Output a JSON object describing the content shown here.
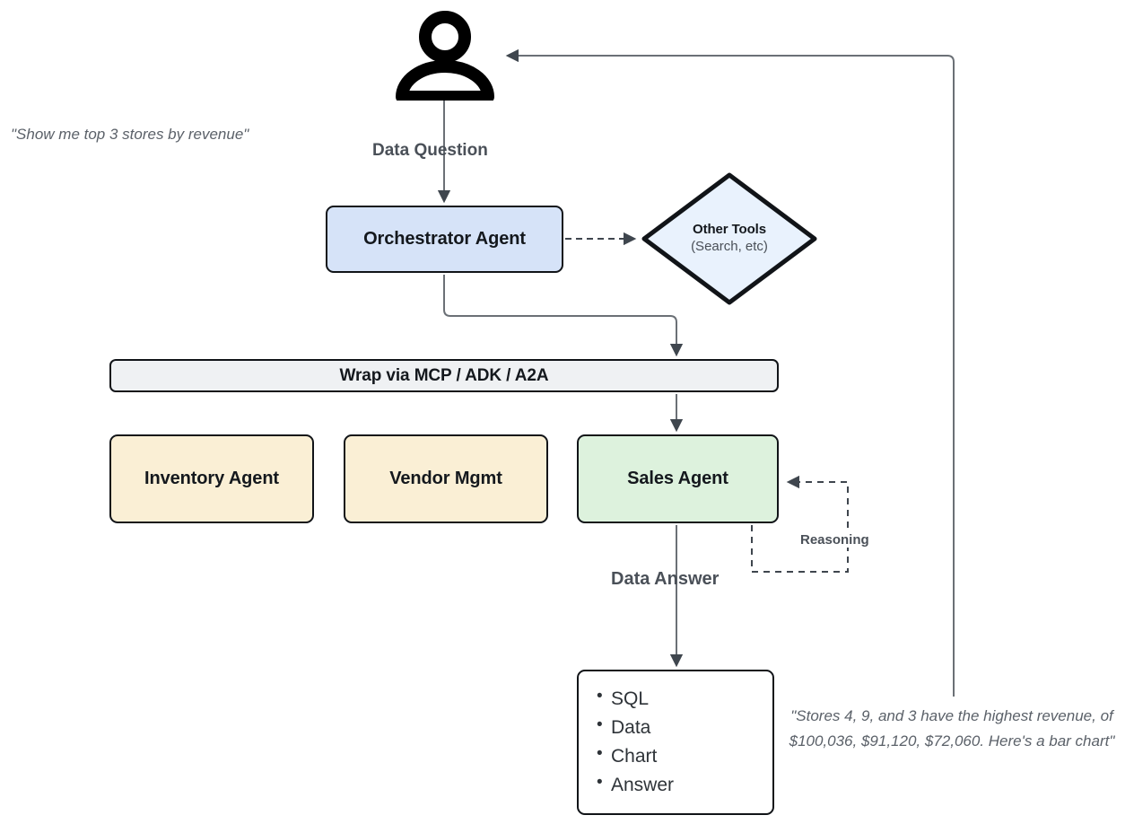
{
  "diagram": {
    "title": "Multi-Agent Data Analytics Architecture",
    "background": "#ffffff"
  },
  "actor": {
    "name": "user-actor",
    "icon": "person-icon"
  },
  "annotations": {
    "question": "\"Show me top 3 stores by revenue\"",
    "answer": "\"Stores 4, 9, and 3 have the highest revenue, of $100,036, $91,120, $72,060. Here's a bar chart\""
  },
  "edges": {
    "data_question": "Data Question",
    "data_answer": "Data Answer",
    "reasoning": "Reasoning"
  },
  "nodes": {
    "orchestrator": {
      "label": "Orchestrator Agent",
      "fill": "#d6e3f8",
      "stroke": "#111418"
    },
    "other_tools": {
      "label": "Other Tools",
      "sublabel": "(Search, etc)",
      "fill": "#e9f2fd",
      "stroke": "#111418"
    },
    "wrap_bar": {
      "label": "Wrap via MCP / ADK / A2A",
      "fill": "#eff1f3",
      "stroke": "#111418"
    },
    "inventory": {
      "label": "Inventory Agent",
      "fill": "#faefd5",
      "stroke": "#111418"
    },
    "vendor": {
      "label": "Vendor Mgmt",
      "fill": "#faefd5",
      "stroke": "#111418"
    },
    "sales": {
      "label": "Sales Agent",
      "fill": "#ddf2dd",
      "stroke": "#111418"
    },
    "output": {
      "fill": "#ffffff",
      "stroke": "#111418",
      "items": [
        "SQL",
        "Data",
        "Chart",
        "Answer"
      ]
    }
  },
  "colors": {
    "connector": "#6b7076",
    "arrowhead": "#3f464e",
    "text_dark": "#14181d",
    "text_muted": "#5b6169"
  }
}
